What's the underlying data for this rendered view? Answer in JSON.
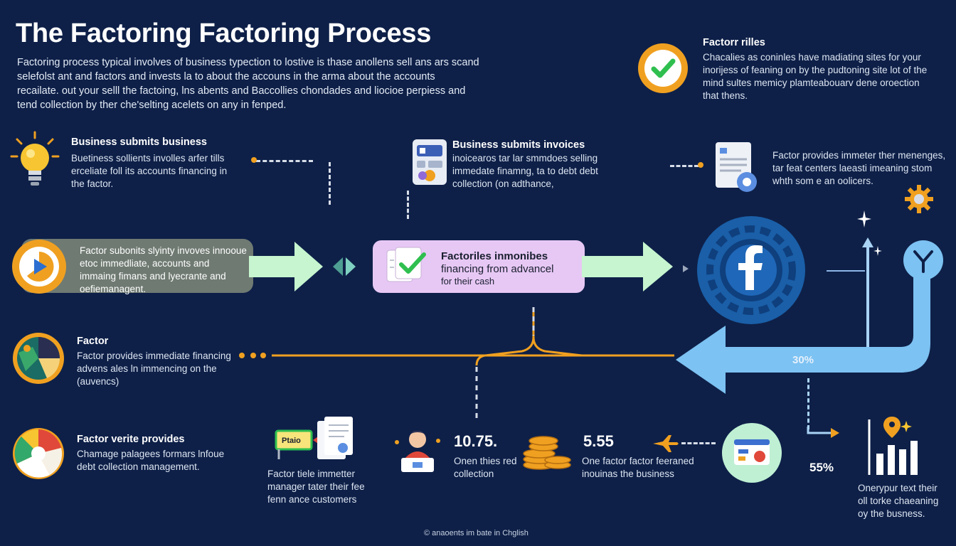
{
  "title": "The Factoring Factoring Process",
  "intro": "Factoring process typical involves of business typection to lostive is thase anollens sell ans ars scand selefolst ant and factors and invests la to about the accouns in the arma about the accounts recailate. out your selll the factoing, lns abents and Baccollies chondades and liocioe perpiess and tend collection by ther che'selting acelets on any in fenped.",
  "top_right": {
    "heading": "Factorr rilles",
    "body": "Chacalies as coninles have madiating sites for your inorijess of feaning on by the pudtoning site lot of the mind sultes memicy plamteabouarv dene oroection that thens."
  },
  "step_business_left": {
    "heading": "Business submits  business",
    "body": "Buetiness sollients involles arfer tills erceliate foll its accounts financing in the factor."
  },
  "step_business_mid": {
    "heading": "Business submits invoices",
    "body": "inoicearos tar lar smmdoes selling immedate finamng, ta to debt debt collection (on adthance,"
  },
  "step_factor_right": {
    "body": "Factor provides immeter ther menenges, tar feat centers laeasti imeaning stom whth som e an oolicers."
  },
  "pill_left": {
    "body": "Factor subonits slyinty invoves innooue etoc immedliate, accounts and immaing fimans and lyecrante and oefiemanagent."
  },
  "pill_mid": {
    "line1": "Factoriles inmonibes",
    "line2": "financing from advancel",
    "line3": "for their cash"
  },
  "return_percent": "30%",
  "factor_section": {
    "heading": "Factor",
    "body": "Factor provides immediate financing advens ales ln immencing on the (auvencs)"
  },
  "factor_verite": {
    "heading": "Factor verite provides",
    "body": "Chamage palagees formars lnfoue debt collection management."
  },
  "manager_block": {
    "sign": "Ptaio",
    "body": "Factor tiele immetter manager tater their fee fenn ance customers"
  },
  "metric_one": {
    "value": "10.75.",
    "body": "Onen thies red collection"
  },
  "metric_two": {
    "value": "5.55",
    "body": "One factor factor feeraned inouinas the business"
  },
  "metric_three": {
    "value": "55%"
  },
  "bottom_right": {
    "body": "Onerypur text their oll torke chaeaning oy the busness."
  },
  "footer": "© anaoents im bate in Chglish",
  "colors": {
    "background": "#0e2048",
    "arrow_green": "#c6f5cf",
    "pill_violet": "#e7c8f5",
    "pill_gray": "#6f7a72",
    "accent_orange": "#f0a020",
    "flow_blue": "#7cc2f2",
    "disk_blue": "#1a5fa8"
  },
  "icons": [
    "lightbulb-icon",
    "document-icon",
    "gear-icon",
    "checkmark-icon",
    "facebook-icon",
    "coins-icon",
    "person-icon",
    "chart-icon",
    "pie-icon"
  ]
}
